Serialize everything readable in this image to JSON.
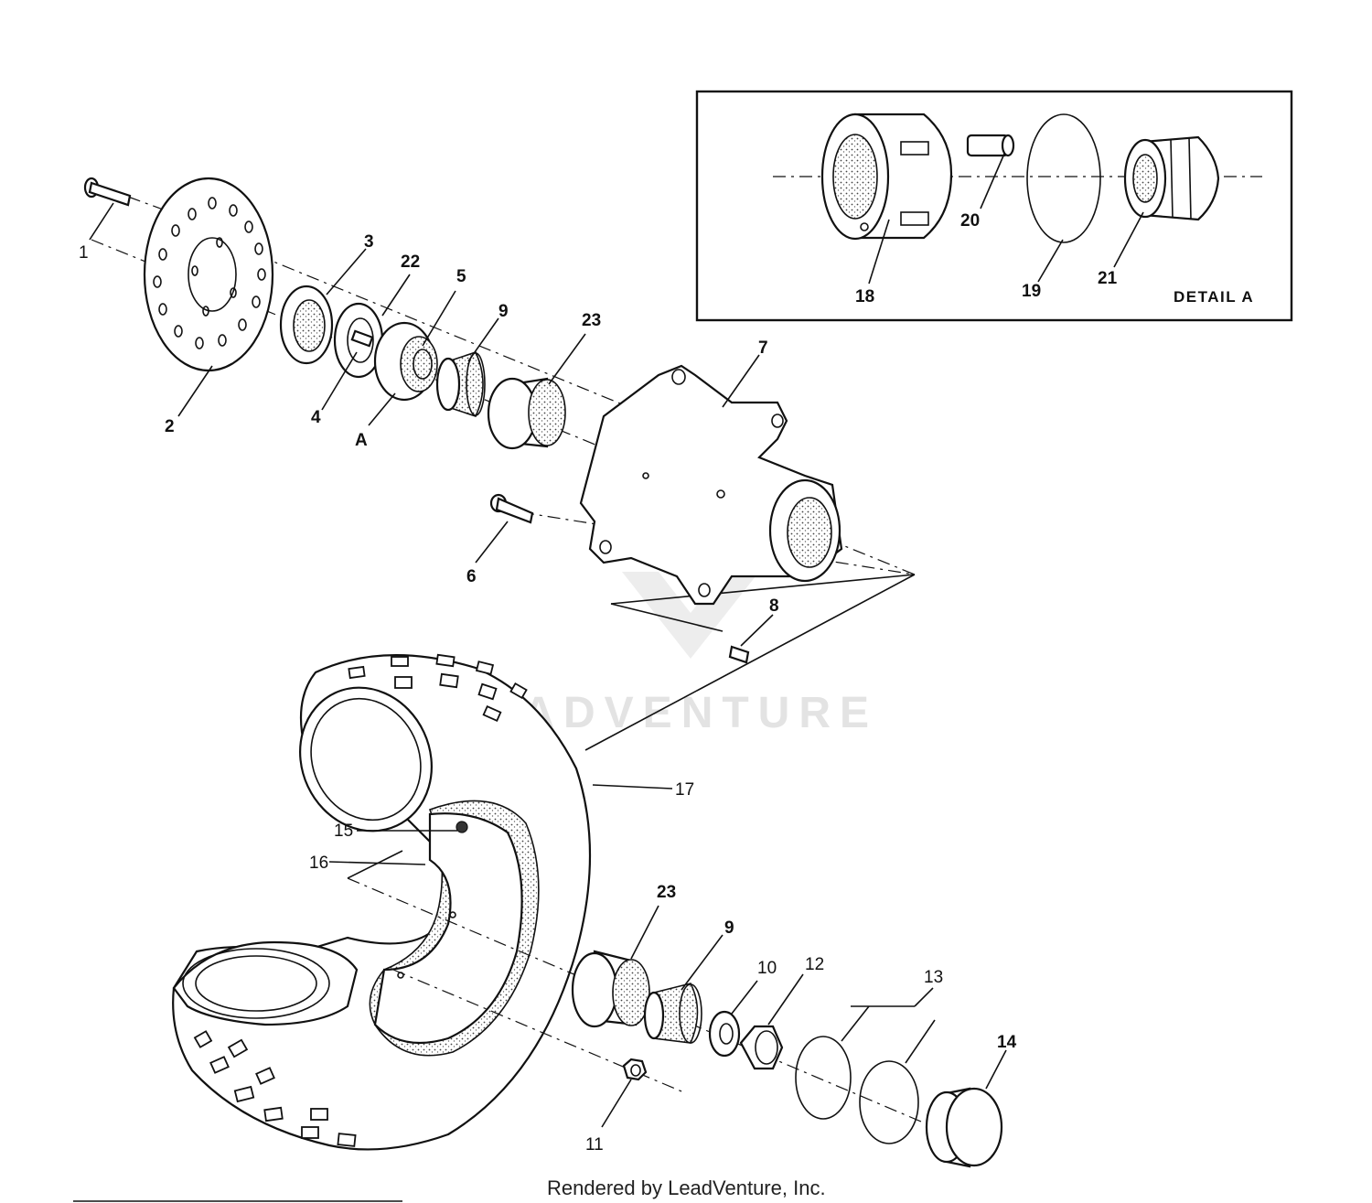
{
  "callouts": {
    "p1": "1",
    "p2": "2",
    "p3": "3",
    "p4": "4",
    "p5": "5",
    "p6": "6",
    "p7": "7",
    "p8": "8",
    "p9_top": "9",
    "p9_bottom": "9",
    "p10": "10",
    "p11": "11",
    "p12": "12",
    "p13": "13",
    "p14": "14",
    "p15": "15",
    "p16": "16",
    "p17": "17",
    "p18": "18",
    "p19": "19",
    "p20": "20",
    "p21": "21",
    "p22": "22",
    "p23_top": "23",
    "p23_bottom": "23",
    "detail_ref": "A"
  },
  "detail": {
    "title": "DETAIL A"
  },
  "watermark": "LEADVENTURE",
  "footer": {
    "credit": "Rendered by LeadVenture, Inc."
  }
}
